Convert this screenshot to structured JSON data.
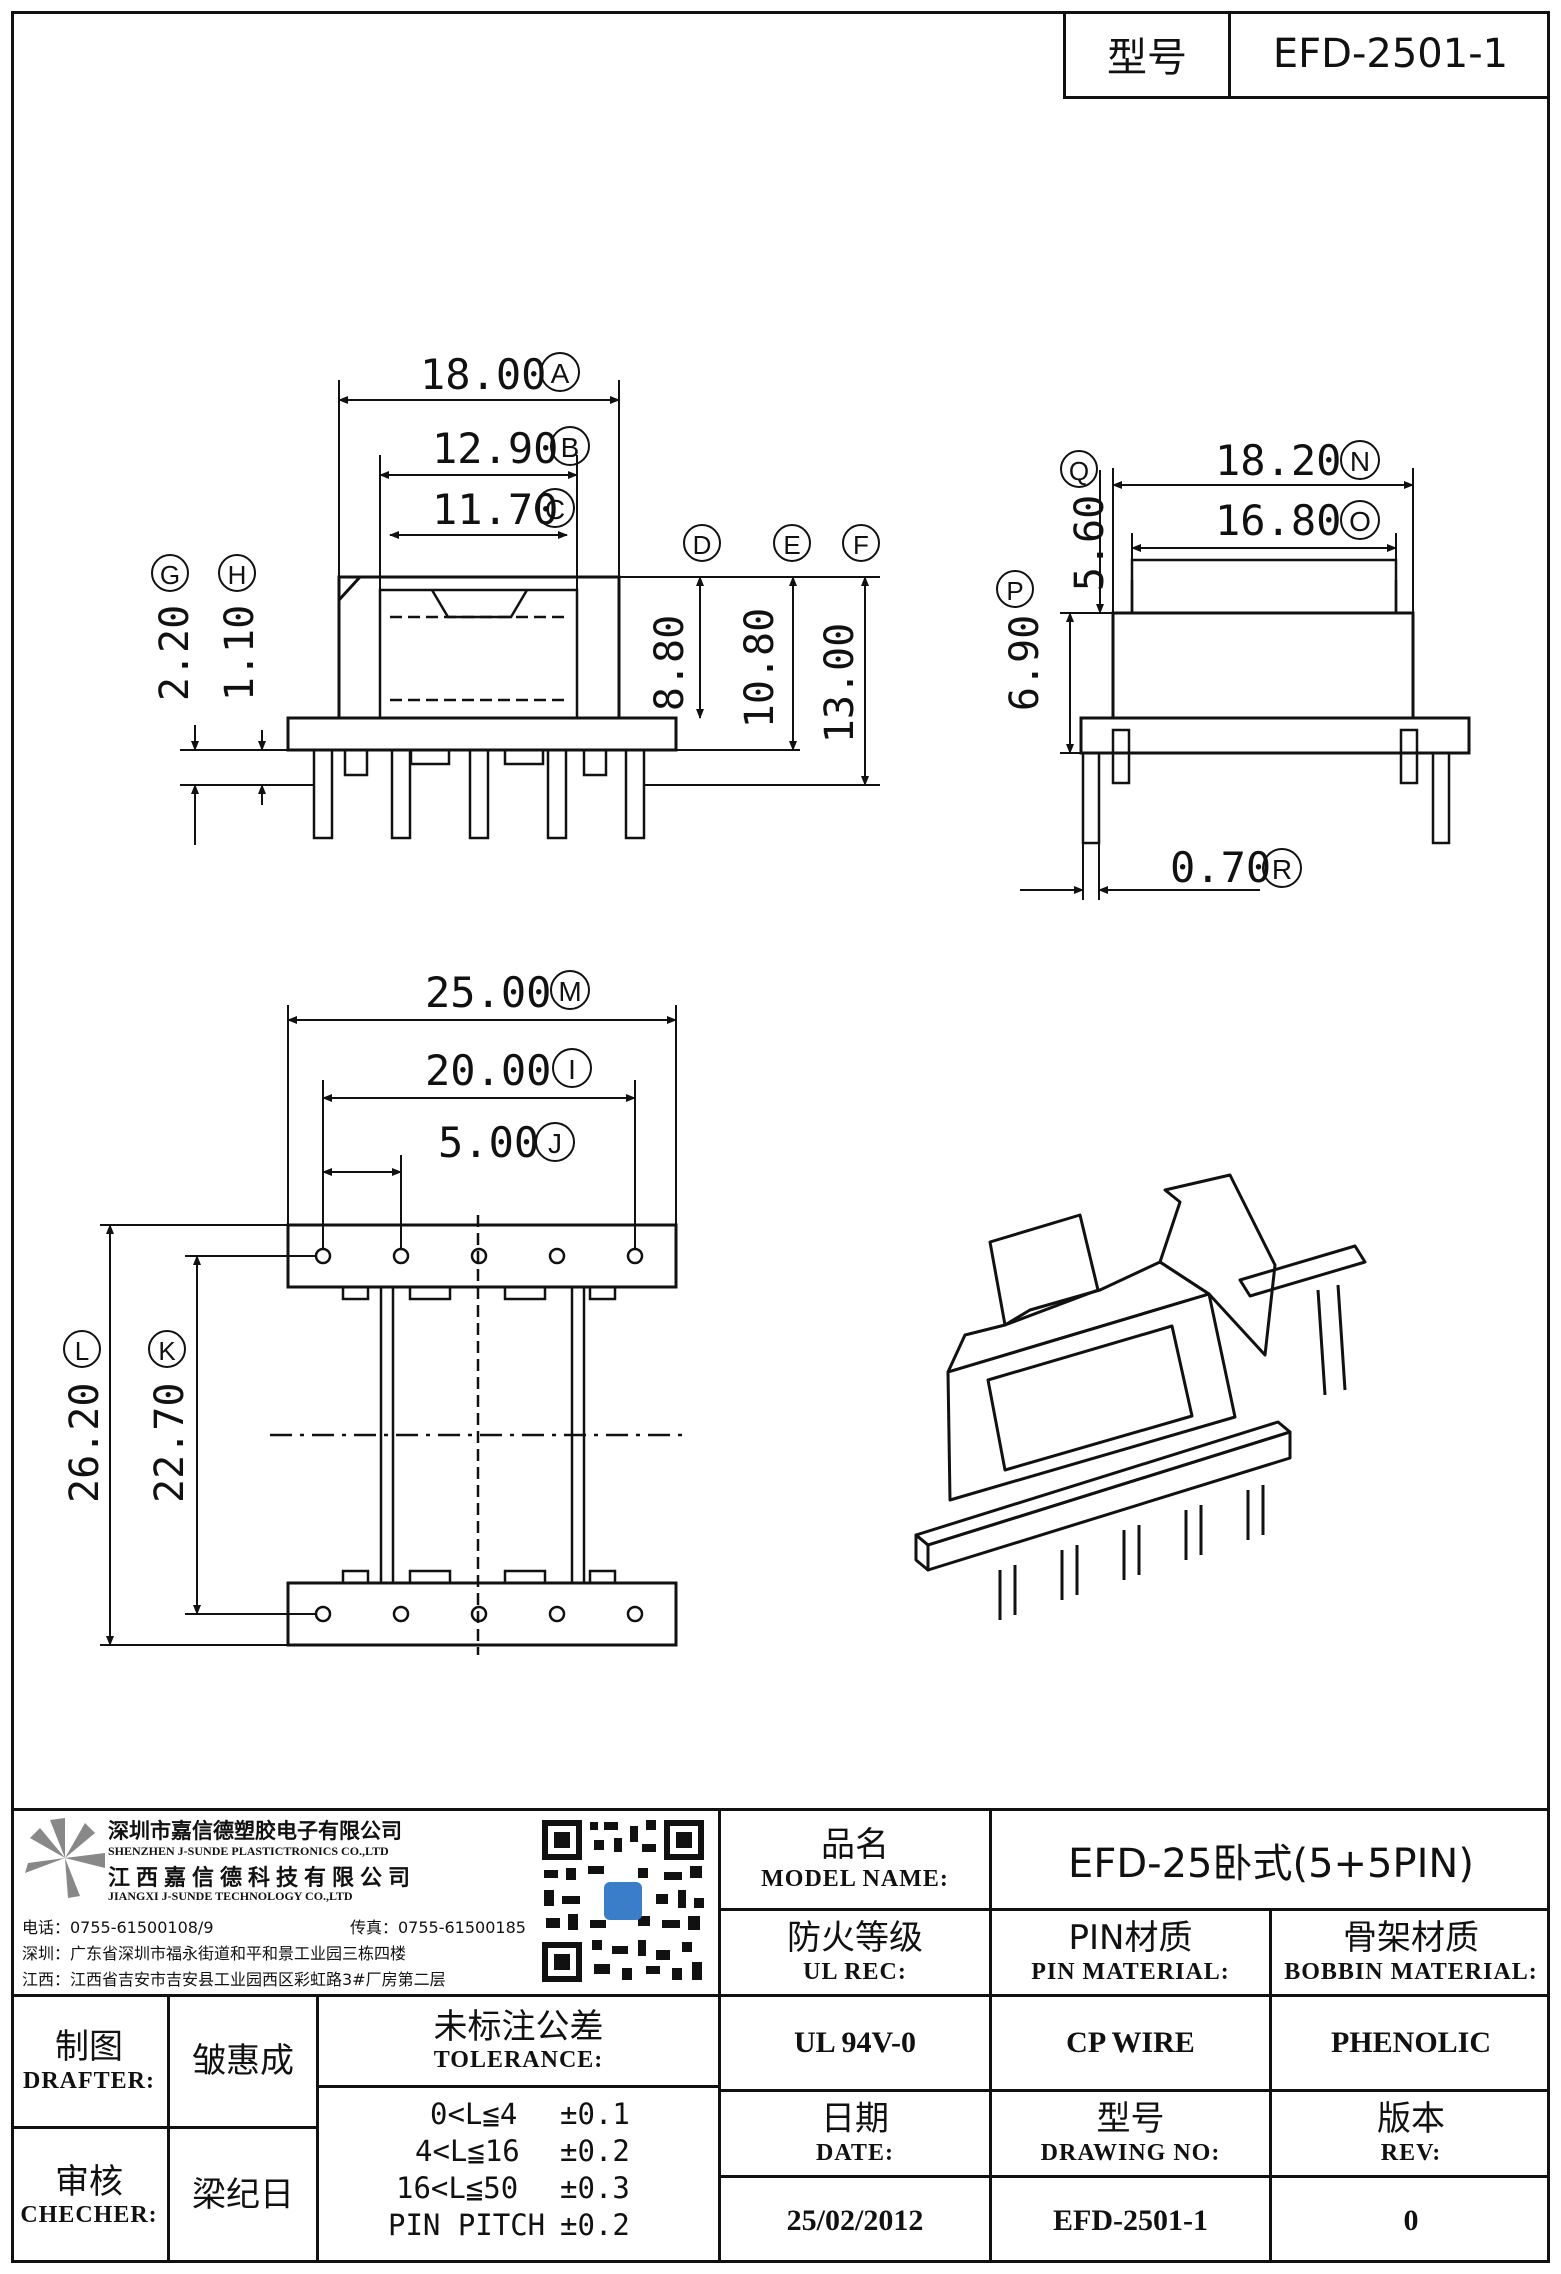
{
  "header": {
    "model_label": "型号",
    "model_value": "EFD-2501-1"
  },
  "dimensions": {
    "A": {
      "value": "18.00",
      "letter": "A"
    },
    "B": {
      "value": "12.90",
      "letter": "B"
    },
    "C": {
      "value": "11.70",
      "letter": "C"
    },
    "D": {
      "value": "8.80",
      "letter": "D"
    },
    "E": {
      "value": "10.80",
      "letter": "E"
    },
    "F": {
      "value": "13.00",
      "letter": "F"
    },
    "G": {
      "value": "2.20",
      "letter": "G"
    },
    "H": {
      "value": "1.10",
      "letter": "H"
    },
    "I": {
      "value": "20.00",
      "letter": "I"
    },
    "J": {
      "value": "5.00",
      "letter": "J"
    },
    "K": {
      "value": "22.70",
      "letter": "K"
    },
    "L": {
      "value": "26.20",
      "letter": "L"
    },
    "M": {
      "value": "25.00",
      "letter": "M"
    },
    "N": {
      "value": "18.20",
      "letter": "N"
    },
    "O": {
      "value": "16.80",
      "letter": "O"
    },
    "P": {
      "value": "6.90",
      "letter": "P"
    },
    "Q": {
      "value": "5.60",
      "letter": "Q"
    },
    "R": {
      "value": "0.70",
      "letter": "R"
    }
  },
  "company": {
    "name_cn_1": "深圳市嘉信德塑胶电子有限公司",
    "name_en_1": "SHENZHEN J-SUNDE PLASTICTRONICS CO.,LTD",
    "name_cn_2": "江西嘉信德科技有限公司",
    "name_en_2": "JIANGXI J-SUNDE TECHNOLOGY CO.,LTD",
    "phone": "电话：0755-61500108/9",
    "fax": "传真：0755-61500185",
    "addr_sz": "深圳：广东省深圳市福永街道和平和景工业园三栋四楼",
    "addr_jx": "江西：江西省吉安市吉安县工业园西区彩虹路3#厂房第二层"
  },
  "title_block": {
    "model_name_cn": "品名",
    "model_name_en": "MODEL NAME:",
    "model_name_value": "EFD-25卧式(5+5PIN)",
    "ul_cn": "防火等级",
    "ul_en": "UL REC:",
    "pin_cn": "PIN材质",
    "pin_en": "PIN MATERIAL:",
    "bobbin_cn": "骨架材质",
    "bobbin_en": "BOBBIN MATERIAL:",
    "ul_value": "UL 94V-0",
    "pin_value": "CP WIRE",
    "bobbin_value": "PHENOLIC",
    "date_cn": "日期",
    "date_en": "DATE:",
    "drawing_cn": "型号",
    "drawing_en": "DRAWING NO:",
    "rev_cn": "版本",
    "rev_en": "REV:",
    "date_value": "25/02/2012",
    "drawing_value": "EFD-2501-1",
    "rev_value": "0",
    "drafter_cn": "制图",
    "drafter_en": "DRAFTER:",
    "drafter_value": "皱惠成",
    "checker_cn": "审核",
    "checker_en": "CHECHER:",
    "checker_value": "梁纪日",
    "tolerance_cn": "未标注公差",
    "tolerance_en": "TOLERANCE:",
    "tolerances": [
      {
        "range": "0<L≦4",
        "value": "±0.1"
      },
      {
        "range": "4<L≦16",
        "value": "±0.2"
      },
      {
        "range": "16<L≦50",
        "value": "±0.3"
      },
      {
        "range": "PIN PITCH",
        "value": "±0.2"
      }
    ]
  }
}
